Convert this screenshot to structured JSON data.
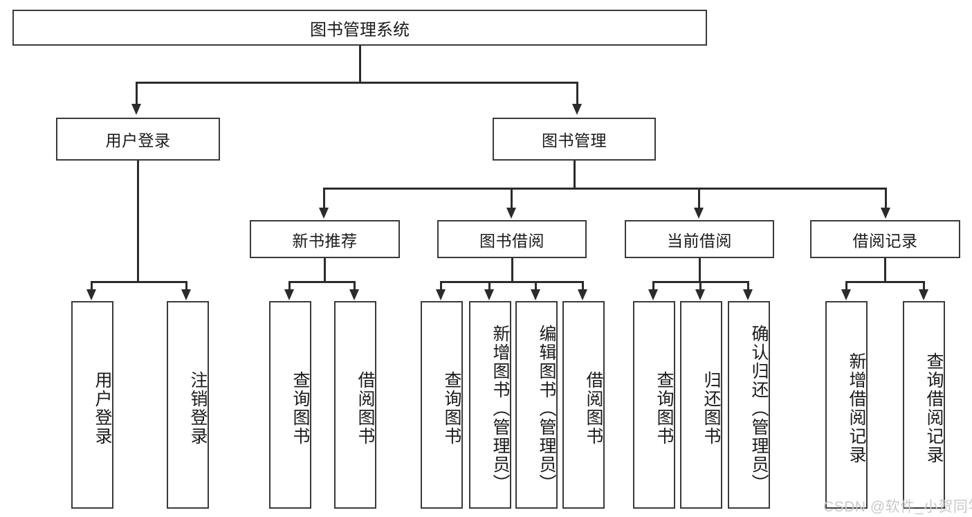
{
  "diagram": {
    "title": "图书管理系统",
    "watermark": "CSDN @软件_小贺同学",
    "level2": [
      {
        "label": "用户登录"
      },
      {
        "label": "图书管理"
      }
    ],
    "level3": [
      {
        "label": "新书推荐"
      },
      {
        "label": "图书借阅"
      },
      {
        "label": "当前借阅"
      },
      {
        "label": "借阅记录"
      }
    ],
    "leaves": [
      {
        "label": "用户登录"
      },
      {
        "label": "注销登录"
      },
      {
        "label": "查询图书"
      },
      {
        "label": "借阅图书"
      },
      {
        "label": "查询图书"
      },
      {
        "label": "新增图书（管理员）"
      },
      {
        "label": "编辑图书（管理员）"
      },
      {
        "label": "借阅图书"
      },
      {
        "label": "查询图书"
      },
      {
        "label": "归还图书"
      },
      {
        "label": "确认归还（管理员）"
      },
      {
        "label": "新增借阅记录"
      },
      {
        "label": "查询借阅记录"
      }
    ],
    "colors": {
      "stroke": "#3a3a3a",
      "connector": "#2b2b2b",
      "background": "#ffffff",
      "text": "#1a1a1a",
      "watermark": "#c9c9c9"
    }
  }
}
